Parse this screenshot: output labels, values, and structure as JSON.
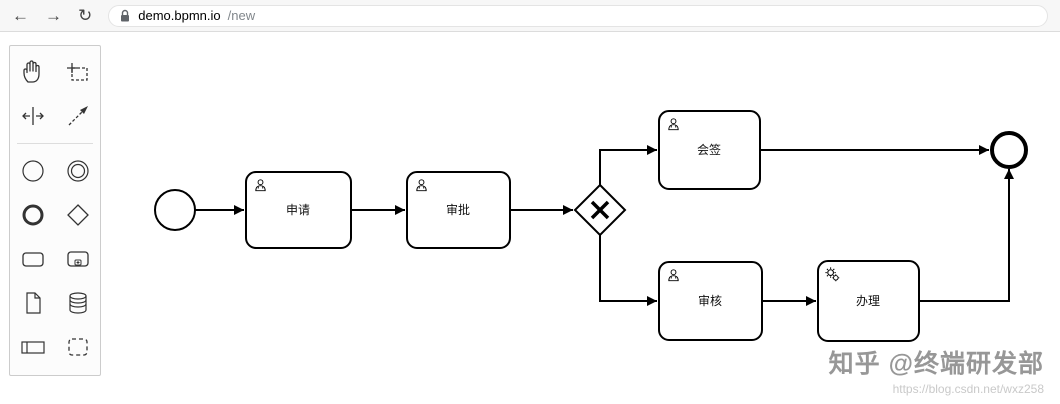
{
  "browser": {
    "back": "←",
    "forward": "→",
    "reload": "↻",
    "url_host": "demo.bpmn.io",
    "url_path": "/new"
  },
  "palette": {
    "tools": [
      {
        "name": "hand-tool"
      },
      {
        "name": "lasso-tool"
      },
      {
        "name": "space-tool"
      },
      {
        "name": "global-connect-tool"
      },
      {
        "name": "create-start-event"
      },
      {
        "name": "create-intermediate-event"
      },
      {
        "name": "create-end-event"
      },
      {
        "name": "create-gateway"
      },
      {
        "name": "create-task"
      },
      {
        "name": "create-subprocess"
      },
      {
        "name": "create-data-object"
      },
      {
        "name": "create-data-store"
      },
      {
        "name": "create-participant"
      },
      {
        "name": "create-group"
      }
    ]
  },
  "diagram": {
    "start_event": {
      "type": "start-event"
    },
    "tasks": [
      {
        "label": "申请",
        "icon": "user-icon"
      },
      {
        "label": "审批",
        "icon": "user-icon"
      },
      {
        "label": "会签",
        "icon": "user-icon"
      },
      {
        "label": "审核",
        "icon": "user-icon"
      },
      {
        "label": "办理",
        "icon": "gears-icon"
      }
    ],
    "gateway": {
      "type": "exclusive",
      "marker": "X"
    },
    "end_event": {
      "type": "end-event"
    }
  },
  "watermark": {
    "title": "知乎 @终端研发部",
    "subtitle": "https://blog.csdn.net/wxz258"
  }
}
